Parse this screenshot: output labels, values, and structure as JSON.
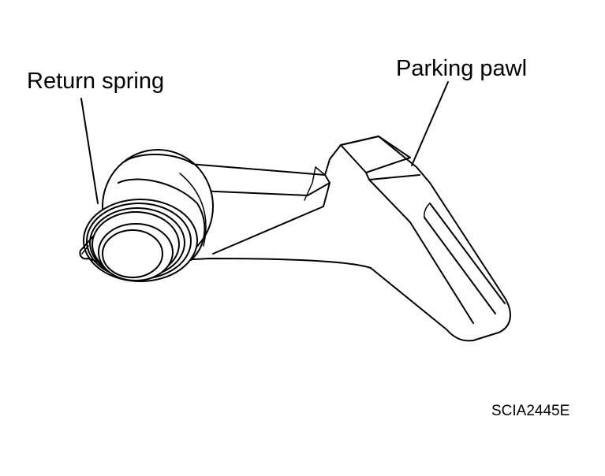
{
  "diagram": {
    "callouts": {
      "return_spring": "Return spring",
      "parking_pawl": "Parking pawl"
    },
    "figure_code": "SCIA2445E",
    "parts": [
      {
        "name": "Return spring",
        "icon": "coil-spring-icon"
      },
      {
        "name": "Parking pawl",
        "icon": "pawl-lever-icon"
      }
    ],
    "colors": {
      "ink": "#000000",
      "paper": "#ffffff"
    }
  }
}
